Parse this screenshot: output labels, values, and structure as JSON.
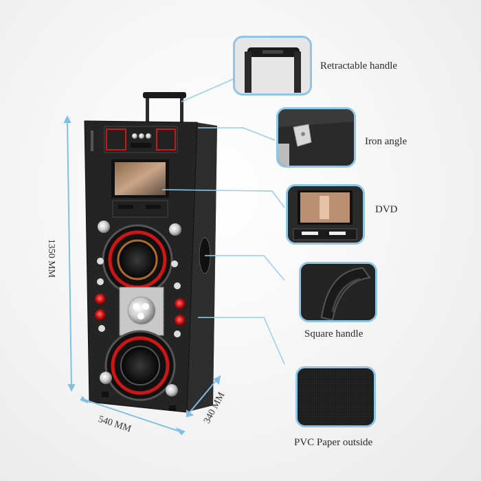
{
  "labels": {
    "retractable_handle": "Retractable handle",
    "iron_angle": "Iron angle",
    "dvd": "DVD",
    "square_handle": "Square handle",
    "pvc_paper": "PVC Paper outside"
  },
  "dimensions": {
    "height": "1350 MM",
    "width": "540 MM",
    "depth": "340 MM"
  },
  "colors": {
    "callout_border": "#8ec6e6",
    "cabinet": "#1d1d1d",
    "accent_red": "#d01515"
  }
}
